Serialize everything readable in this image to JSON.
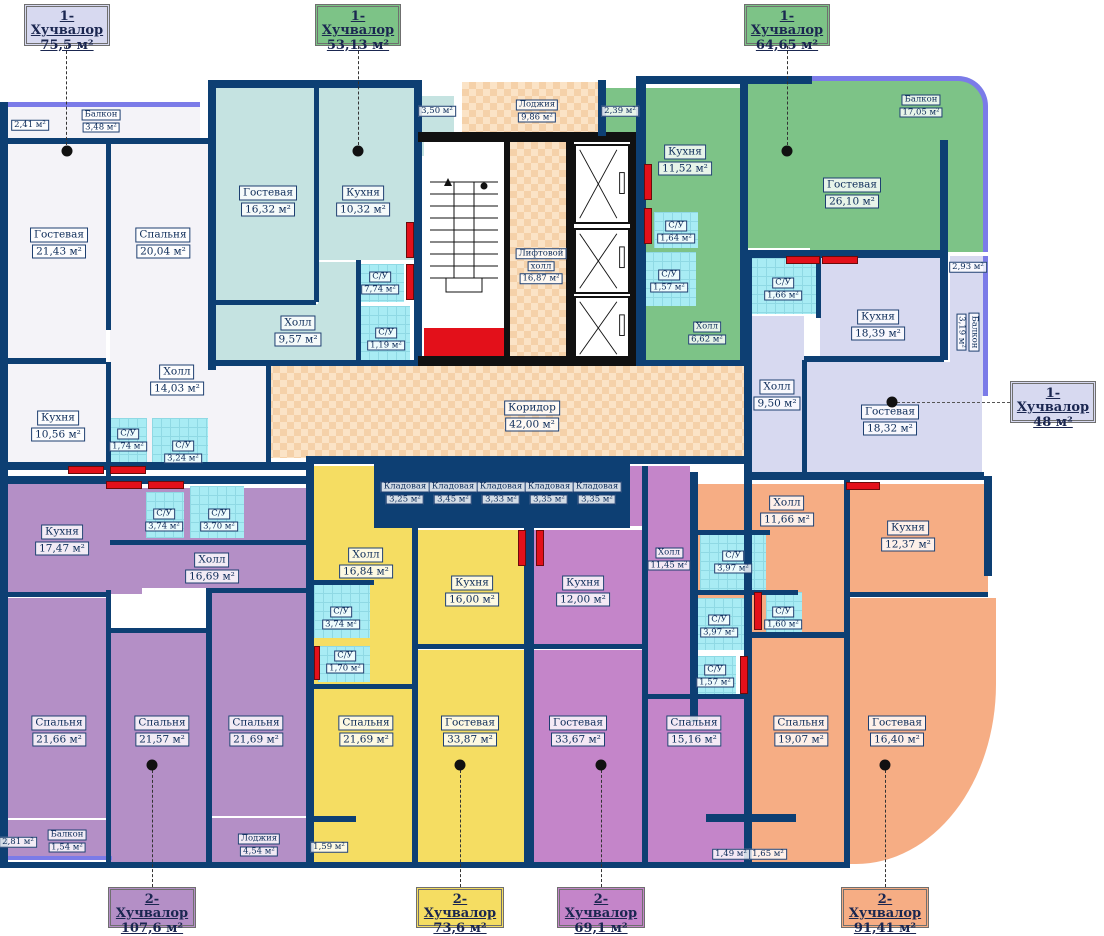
{
  "colors": {
    "wall": "#0d3f73",
    "apt_white": "#f4f3f8",
    "apt_teal": "#c5e3e1",
    "apt_green": "#7dc387",
    "apt_lavender": "#d7d9f0",
    "apt_purple": "#b48fc6",
    "apt_yellow": "#f5dd62",
    "apt_magenta": "#c485c9",
    "apt_orange": "#f6ad84",
    "bath": "#a8ecf4",
    "corridor": "#fbe3c6",
    "stair_red": "#e3101a",
    "balcony_edge": "#7b7be8"
  },
  "apartments": [
    {
      "id": "a1",
      "title": "1-Хучвалор",
      "area": "75,5 м²",
      "color": "#d7d9f0"
    },
    {
      "id": "a2",
      "title": "1-Хучвалор",
      "area": "53,13 м²",
      "color": "#7dc387"
    },
    {
      "id": "a3",
      "title": "1-Хучвалор",
      "area": "64,65 м²",
      "color": "#7dc387"
    },
    {
      "id": "a4",
      "title": "1-Хучвалор",
      "area": "48 м²",
      "color": "#d7d9f0"
    },
    {
      "id": "b1",
      "title": "2-Хучвалор",
      "area": "107,6 м²",
      "color": "#b48fc6"
    },
    {
      "id": "b2",
      "title": "2-Хучвалор",
      "area": "73,6 м²",
      "color": "#f5dd62"
    },
    {
      "id": "b3",
      "title": "2-Хучвалор",
      "area": "69,1 м²",
      "color": "#c485c9"
    },
    {
      "id": "b4",
      "title": "2-Хучвалор",
      "area": "91,41 м²",
      "color": "#f6ad84"
    }
  ],
  "rooms": {
    "a1_balcony_small": {
      "name": "",
      "area": "2,41 м²"
    },
    "a1_balcony": {
      "name": "Балкон",
      "area": "3,48 м²"
    },
    "a1_living": {
      "name": "Гостевая",
      "area": "21,43 м²"
    },
    "a1_bedroom": {
      "name": "Спальня",
      "area": "20,04 м²"
    },
    "a1_hall": {
      "name": "Холл",
      "area": "14,03 м²"
    },
    "a1_kitchen": {
      "name": "Кухня",
      "area": "10,56 м²"
    },
    "a1_bath1": {
      "name": "С/У",
      "area": "1,74 м²"
    },
    "a1_bath2": {
      "name": "С/У",
      "area": "3,24 м²"
    },
    "a2_living": {
      "name": "Гостевая",
      "area": "16,32 м²"
    },
    "a2_kitchen": {
      "name": "Кухня",
      "area": "10,32 м²"
    },
    "a2_bath1": {
      "name": "С/У",
      "area": "7,74 м²"
    },
    "a2_bath2": {
      "name": "С/У",
      "area": "1,19 м²"
    },
    "a2_hall": {
      "name": "Холл",
      "area": "9,57 м²"
    },
    "a2_balcony": {
      "name": "",
      "area": "3,50 м²"
    },
    "core_loggia": {
      "name": "Лоджия",
      "area": "9,86 м²"
    },
    "core_lift_hall": {
      "name": "Лифтовой",
      "area": "16,87 м²",
      "extra": "холл"
    },
    "core_corridor": {
      "name": "Коридор",
      "area": "42,00 м²"
    },
    "a3_balcony_small": {
      "name": "",
      "area": "2,39 м²"
    },
    "a3_kitchen": {
      "name": "Кухня",
      "area": "11,52 м²"
    },
    "a3_bath1": {
      "name": "С/У",
      "area": "1,64 м²"
    },
    "a3_bath2": {
      "name": "С/У",
      "area": "1,57 м²"
    },
    "a3_hall": {
      "name": "Холл",
      "area": "6,62 м²"
    },
    "a3_living": {
      "name": "Гостевая",
      "area": "26,10 м²"
    },
    "a3_balcony": {
      "name": "Балкон",
      "area": "17,05 м²"
    },
    "a4_bath": {
      "name": "С/У",
      "area": "1,66 м²"
    },
    "a4_kitchen": {
      "name": "Кухня",
      "area": "18,39 м²"
    },
    "a4_balcony_small": {
      "name": "",
      "area": "2,93 м²"
    },
    "a4_balcony": {
      "name": "Балкон",
      "area": "3,19 м²"
    },
    "a4_hall": {
      "name": "Холл",
      "area": "9,50 м²"
    },
    "a4_living": {
      "name": "Гостевая",
      "area": "18,32 м²"
    },
    "storage1": {
      "name": "Кладовая",
      "area": "3,25 м²"
    },
    "storage2": {
      "name": "Кладовая",
      "area": "3,45 м²"
    },
    "storage3": {
      "name": "Кладовая",
      "area": "3,33 м²"
    },
    "storage4": {
      "name": "Кладовая",
      "area": "3,35 м²"
    },
    "storage5": {
      "name": "Кладовая",
      "area": "3,35 м²"
    },
    "b1_kitchen": {
      "name": "Кухня",
      "area": "17,47 м²"
    },
    "b1_bath1": {
      "name": "С/У",
      "area": "3,74 м²"
    },
    "b1_bath2": {
      "name": "С/У",
      "area": "3,70 м²"
    },
    "b1_hall": {
      "name": "Холл",
      "area": "16,69 м²"
    },
    "b1_bed1": {
      "name": "Спальня",
      "area": "21,66 м²"
    },
    "b1_bed2": {
      "name": "Спальня",
      "area": "21,57 м²"
    },
    "b1_bed3": {
      "name": "Спальня",
      "area": "21,69 м²"
    },
    "b1_loggia": {
      "name": "Лоджия",
      "area": "4,54 м²"
    },
    "b1_balcony": {
      "name": "Балкон",
      "area": "1,54 м²"
    },
    "b1_balcony_small": {
      "name": "",
      "area": "2,81 м²"
    },
    "b2_hall": {
      "name": "Холл",
      "area": "16,84 м²"
    },
    "b2_bath1": {
      "name": "С/У",
      "area": "3,74 м²"
    },
    "b2_bath2": {
      "name": "С/У",
      "area": "1,70 м²"
    },
    "b2_kitchen": {
      "name": "Кухня",
      "area": "16,00 м²"
    },
    "b2_bedroom": {
      "name": "Спальня",
      "area": "21,69 м²"
    },
    "b2_living": {
      "name": "Гостевая",
      "area": "33,87 м²"
    },
    "b2_small": {
      "name": "",
      "area": "1,59 м²"
    },
    "b3_kitchen": {
      "name": "Кухня",
      "area": "12,00 м²"
    },
    "b3_hall": {
      "name": "Холл",
      "area": "11,45 м²"
    },
    "b3_living": {
      "name": "Гостевая",
      "area": "33,67 м²"
    },
    "b3_bedroom": {
      "name": "Спальня",
      "area": "15,16 м²"
    },
    "b3_small": {
      "name": "",
      "area": "1,49 м²"
    },
    "b4_hall": {
      "name": "Холл",
      "area": "11,66 м²"
    },
    "b4_kitchen": {
      "name": "Кухня",
      "area": "12,37 м²"
    },
    "b4_bath1": {
      "name": "С/У",
      "area": "3,97 м²"
    },
    "b4_bath2": {
      "name": "С/У",
      "area": "3,97 м²"
    },
    "b4_bath3": {
      "name": "С/У",
      "area": "1,60 м²"
    },
    "b4_bath4": {
      "name": "С/У",
      "area": "1,57 м²"
    },
    "b4_bedroom": {
      "name": "Спальня",
      "area": "19,07 м²"
    },
    "b4_living": {
      "name": "Гостевая",
      "area": "16,40 м²"
    },
    "b4_small": {
      "name": "",
      "area": "1,65 м²"
    }
  }
}
